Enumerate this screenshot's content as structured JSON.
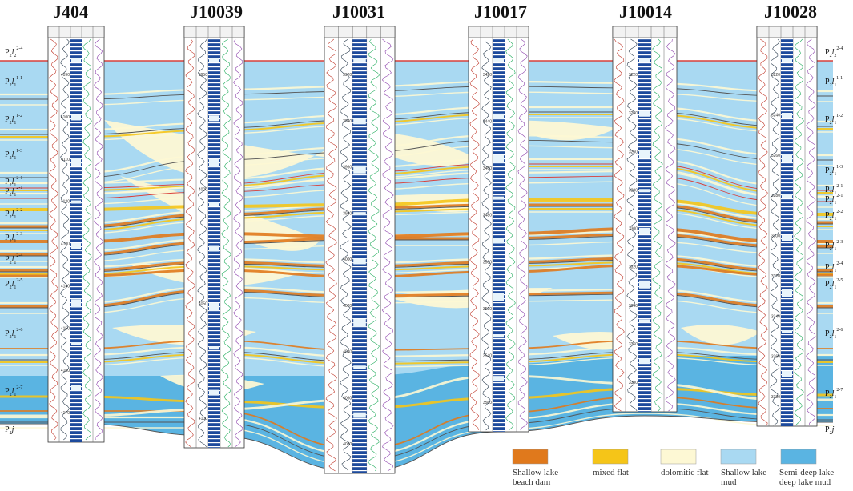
{
  "wells": [
    {
      "name": "J404",
      "depths": [
        "4090",
        "4100",
        "4110",
        "4120",
        "4130",
        "4140",
        "4150",
        "4160",
        "4170"
      ]
    },
    {
      "name": "J10039",
      "depths": [
        "3950",
        "4000",
        "4050",
        "4100"
      ]
    },
    {
      "name": "J10031",
      "depths": [
        "3920",
        "3940",
        "3960",
        "3980",
        "4000",
        "4020",
        "4040",
        "4060",
        "4080"
      ]
    },
    {
      "name": "J10017",
      "depths": [
        "3420",
        "3440",
        "3460",
        "3480",
        "3500",
        "3520",
        "3540",
        "3560"
      ]
    },
    {
      "name": "J10014",
      "depths": [
        "3220",
        "3240",
        "3260",
        "3280",
        "3300",
        "3320",
        "3340",
        "3360",
        "3380"
      ]
    },
    {
      "name": "J10028",
      "depths": [
        "3220",
        "3240",
        "3260",
        "3280",
        "3300",
        "3320",
        "3340",
        "3360",
        "3380"
      ]
    }
  ],
  "layers_left": [
    {
      "base": "P",
      "sub": "2",
      "mid": "l",
      "sub2": "2",
      "sup": "2-4"
    },
    {
      "base": "P",
      "sub": "2",
      "mid": "l",
      "sub2": "1",
      "sup": "1-1"
    },
    {
      "base": "P",
      "sub": "2",
      "mid": "l",
      "sub2": "1",
      "sup": "1-2"
    },
    {
      "base": "P",
      "sub": "2",
      "mid": "l",
      "sub2": "1",
      "sup": "1-3"
    },
    {
      "base": "P",
      "sub": "2",
      "mid": "l",
      "sub2": "1",
      "sup": "2-1"
    },
    {
      "base": "P",
      "sub": "2",
      "mid": "l",
      "sub2": "1",
      "sup": "2-1"
    },
    {
      "base": "P",
      "sub": "2",
      "mid": "l",
      "sub2": "1",
      "sup": "2-2"
    },
    {
      "base": "P",
      "sub": "2",
      "mid": "l",
      "sub2": "1",
      "sup": "2-3"
    },
    {
      "base": "P",
      "sub": "2",
      "mid": "l",
      "sub2": "1",
      "sup": "2-4"
    },
    {
      "base": "P",
      "sub": "2",
      "mid": "l",
      "sub2": "1",
      "sup": "2-5"
    },
    {
      "base": "P",
      "sub": "2",
      "mid": "l",
      "sub2": "1",
      "sup": "2-6"
    },
    {
      "base": "P",
      "sub": "2",
      "mid": "l",
      "sub2": "1",
      "sup": "2-7"
    },
    {
      "base": "P",
      "sub": "2",
      "mid": "j",
      "sub2": "",
      "sup": ""
    }
  ],
  "layers_right": [
    {
      "base": "P",
      "sub": "2",
      "mid": "l",
      "sub2": "2",
      "sup": "2-4"
    },
    {
      "base": "P",
      "sub": "2",
      "mid": "l",
      "sub2": "1",
      "sup": "1-1"
    },
    {
      "base": "P",
      "sub": "2",
      "mid": "l",
      "sub2": "1",
      "sup": "1-2"
    },
    {
      "base": "P",
      "sub": "2",
      "mid": "l",
      "sub2": "1",
      "sup": "1-3"
    },
    {
      "base": "P",
      "sub": "2",
      "mid": "l",
      "sub2": "1",
      "sup": "2-1"
    },
    {
      "base": "P",
      "sub": "2",
      "mid": "l",
      "sub2": "1",
      "sup": "2-1"
    },
    {
      "base": "P",
      "sub": "2",
      "mid": "l",
      "sub2": "1",
      "sup": "2-2"
    },
    {
      "base": "P",
      "sub": "2",
      "mid": "l",
      "sub2": "1",
      "sup": "2-3"
    },
    {
      "base": "P",
      "sub": "2",
      "mid": "l",
      "sub2": "1",
      "sup": "2-4"
    },
    {
      "base": "P",
      "sub": "2",
      "mid": "l",
      "sub2": "1",
      "sup": "2-5"
    },
    {
      "base": "P",
      "sub": "2",
      "mid": "l",
      "sub2": "1",
      "sup": "2-6"
    },
    {
      "base": "P",
      "sub": "2",
      "mid": "l",
      "sub2": "1",
      "sup": "2-7"
    },
    {
      "base": "P",
      "sub": "2",
      "mid": "j",
      "sub2": "",
      "sup": ""
    }
  ],
  "legend": [
    {
      "key": "beach",
      "lines": [
        "Shallow lake",
        "beach dam"
      ],
      "color": "#e0791c"
    },
    {
      "key": "mixed",
      "lines": [
        "mixed flat"
      ],
      "color": "#f5c518"
    },
    {
      "key": "dolo",
      "lines": [
        "dolomitic flat"
      ],
      "color": "#fdf8d4"
    },
    {
      "key": "shallow",
      "lines": [
        "Shallow lake",
        "mud"
      ],
      "color": "#a9d9f2"
    },
    {
      "key": "deep",
      "lines": [
        "Semi-deep lake-",
        "deep lake mud"
      ],
      "color": "#5ab4e2"
    }
  ],
  "colors": {
    "shallow_mud": "#a9d9f2",
    "deep_mud": "#5ab4e2",
    "dolomitic": "#fdf8d4",
    "mixed": "#f5c518",
    "beach": "#e0791c",
    "top_line": "#d9413b",
    "column": "#1a3d8f"
  }
}
